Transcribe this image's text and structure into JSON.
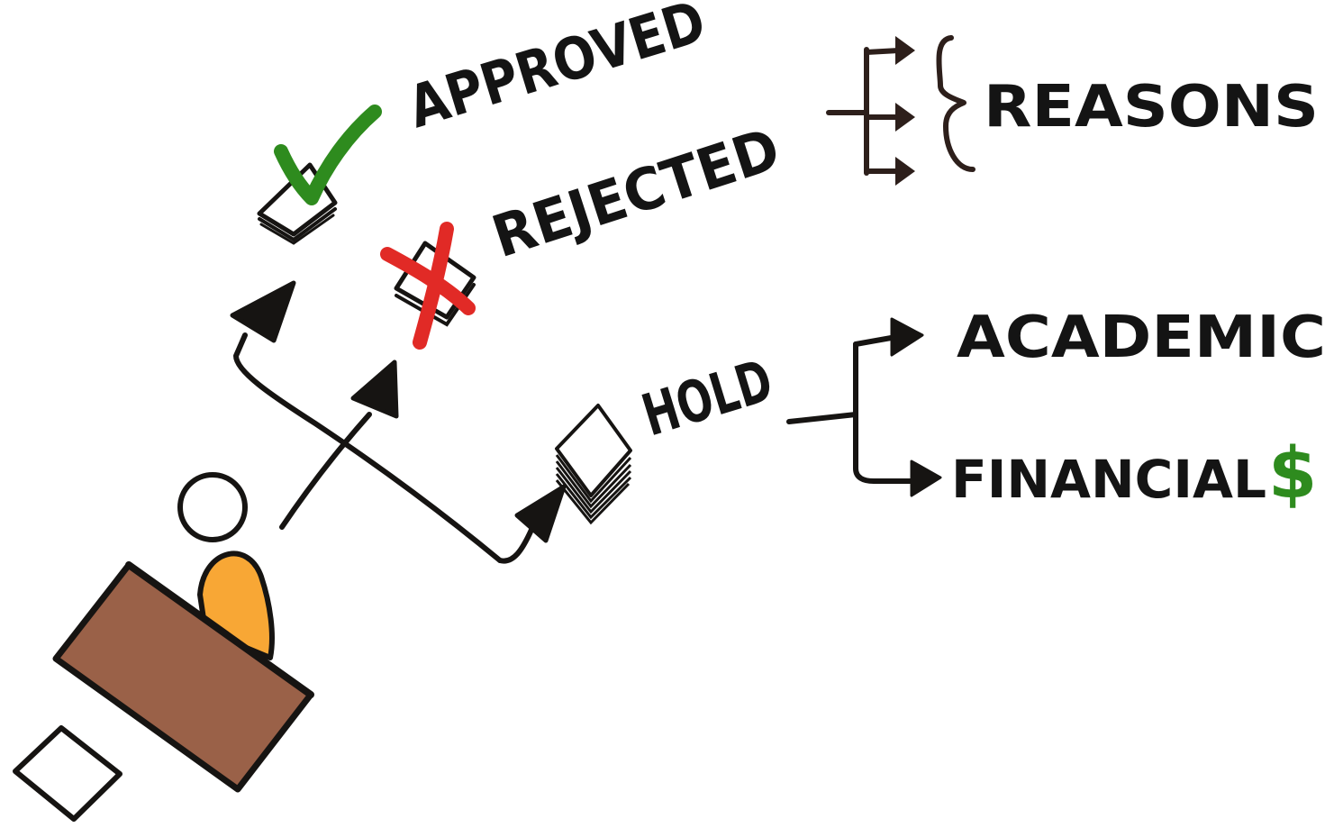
{
  "labels": {
    "approved": "APPROVED",
    "rejected": "REJECTED",
    "reasons": "REASONS",
    "hold": "HOLD",
    "academic": "ACADEMIC",
    "financial": "FINANCIAL",
    "dollar": "$"
  },
  "colors": {
    "ink": "#161412",
    "desk": "#9a6148",
    "person_body": "#f8a735",
    "check": "#2e8b1e",
    "cross": "#e12a26",
    "dollar": "#2e8b1e",
    "background": "#ffffff"
  },
  "icons": {
    "approved_mark": "check-mark-icon",
    "rejected_mark": "x-mark-icon",
    "reasons_brace": "curly-brace-icon",
    "paper_stack": "paper-stack-icon"
  }
}
